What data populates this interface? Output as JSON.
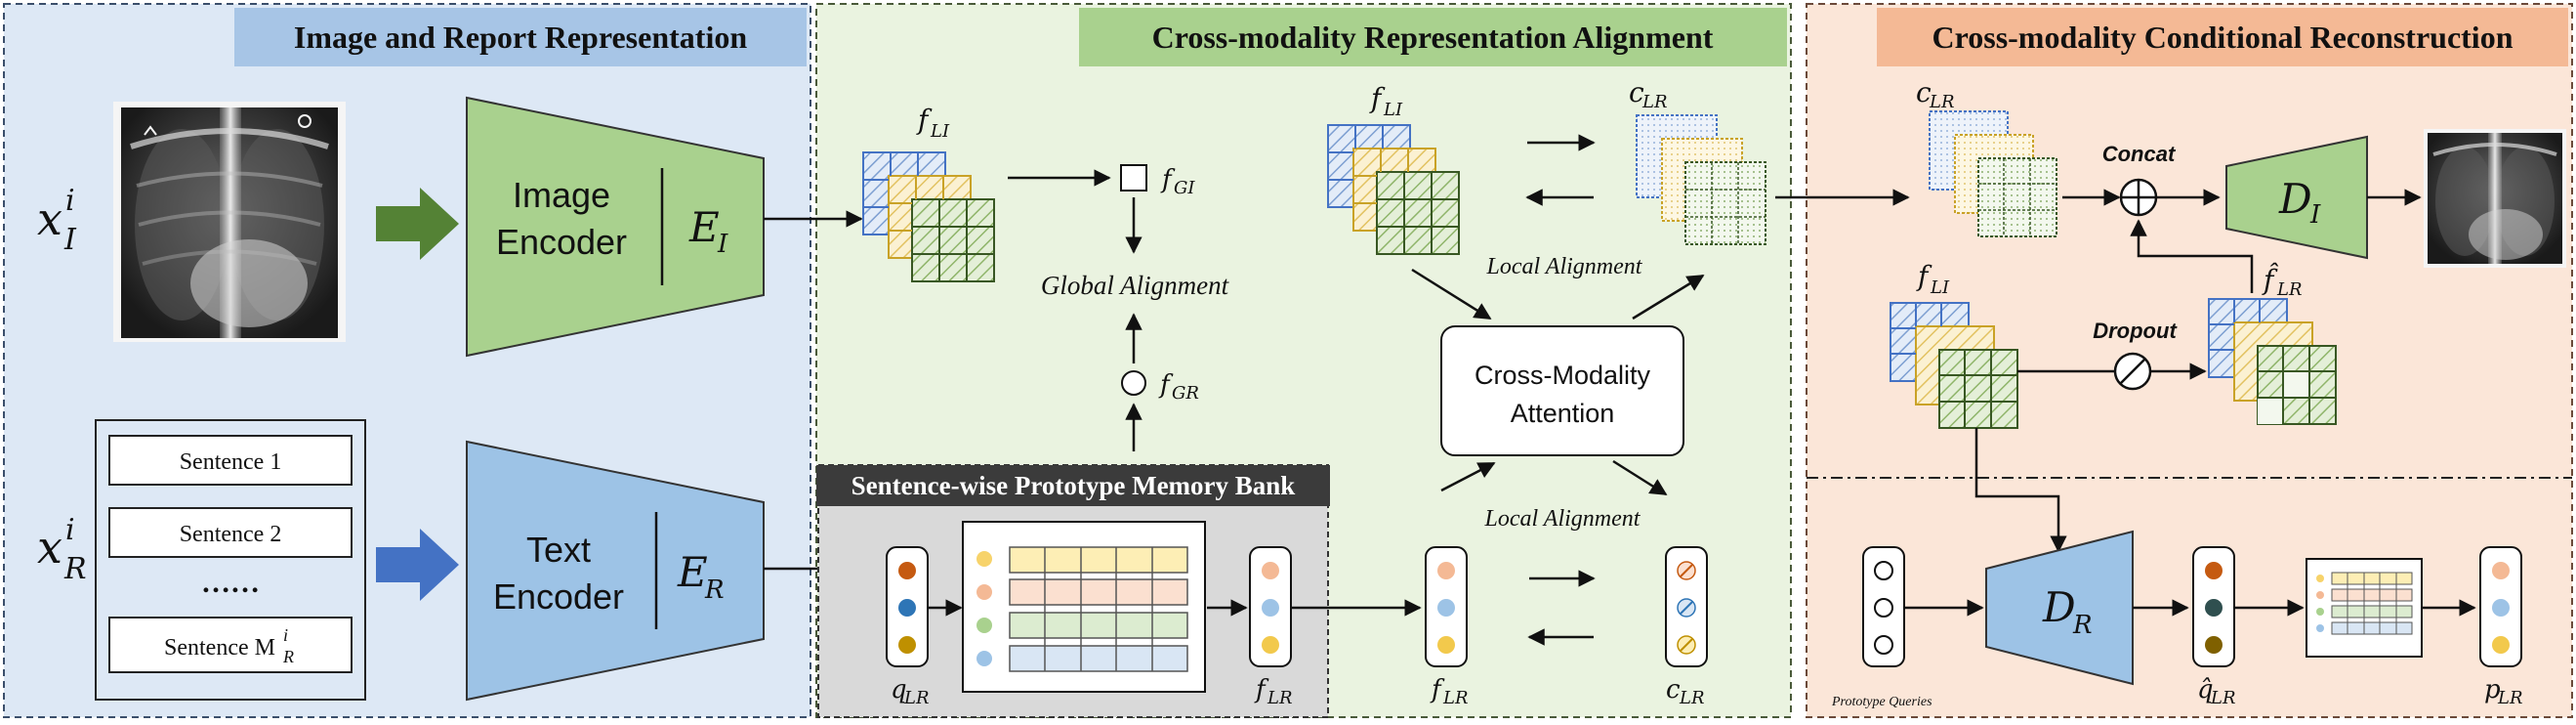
{
  "panels": {
    "representation": {
      "title": "Image and Report Representation"
    },
    "alignment": {
      "title": "Cross-modality Representation Alignment"
    },
    "reconstruction": {
      "title": "Cross-modality Conditional Reconstruction"
    },
    "memory_bank": {
      "title": "Sentence-wise Prototype Memory Bank"
    }
  },
  "inputs": {
    "image_var": "x",
    "image_sup": "i",
    "image_sub": "I",
    "report_var": "x",
    "report_sup": "i",
    "report_sub": "R"
  },
  "report": {
    "sentences": [
      "Sentence 1",
      "Sentence 2"
    ],
    "ellipsis": "……",
    "last_sentence": "Sentence M",
    "last_sup": "i",
    "last_sub": "R"
  },
  "encoders": {
    "image": {
      "line1": "Image",
      "line2": "Encoder",
      "symbol": "E",
      "sub": "I"
    },
    "text": {
      "line1": "Text",
      "line2": "Encoder",
      "symbol": "E",
      "sub": "R"
    }
  },
  "symbols": {
    "f_LI": "f",
    "f_LI_sub": "LI",
    "f_GI": "f",
    "f_GI_sub": "GI",
    "f_GR": "f",
    "f_GR_sub": "GR",
    "c_LR": "c",
    "c_LR_sub": "LR",
    "f_LR": "f",
    "f_LR_sub": "LR",
    "q_LR": "q",
    "q_LR_sub": "LR",
    "q_hat_LR": "q̂",
    "q_hat_sub": "LR",
    "p_LR": "p",
    "p_LR_sub": "LR",
    "f_hat_LR": "f̂",
    "f_hat_sub": "LR",
    "D_I": "D",
    "D_I_sub": "I",
    "D_R": "D",
    "D_R_sub": "R"
  },
  "labels": {
    "global_alignment": "Global Alignment",
    "local_alignment_top": "Local Alignment",
    "local_alignment_bottom": "Local Alignment",
    "cross_modality_attention_1": "Cross-Modality",
    "cross_modality_attention_2": "Attention",
    "concat": "Concat",
    "dropout": "Dropout",
    "prototype_queries": "Prototype Queries"
  },
  "colors": {
    "panel_blue": "#dde8f5",
    "panel_green": "#eaf3e0",
    "panel_orange": "#fbe6d8",
    "title_blue": "#a7c5e6",
    "title_green": "#a9d18e",
    "title_orange": "#f4b995",
    "encoder_green": "#a9d18e",
    "encoder_blue": "#9dc3e6",
    "arrow_green": "#548235",
    "arrow_blue": "#4472c4",
    "memory_gray": "#d9d9d9",
    "memory_title": "#3b3b3b"
  }
}
